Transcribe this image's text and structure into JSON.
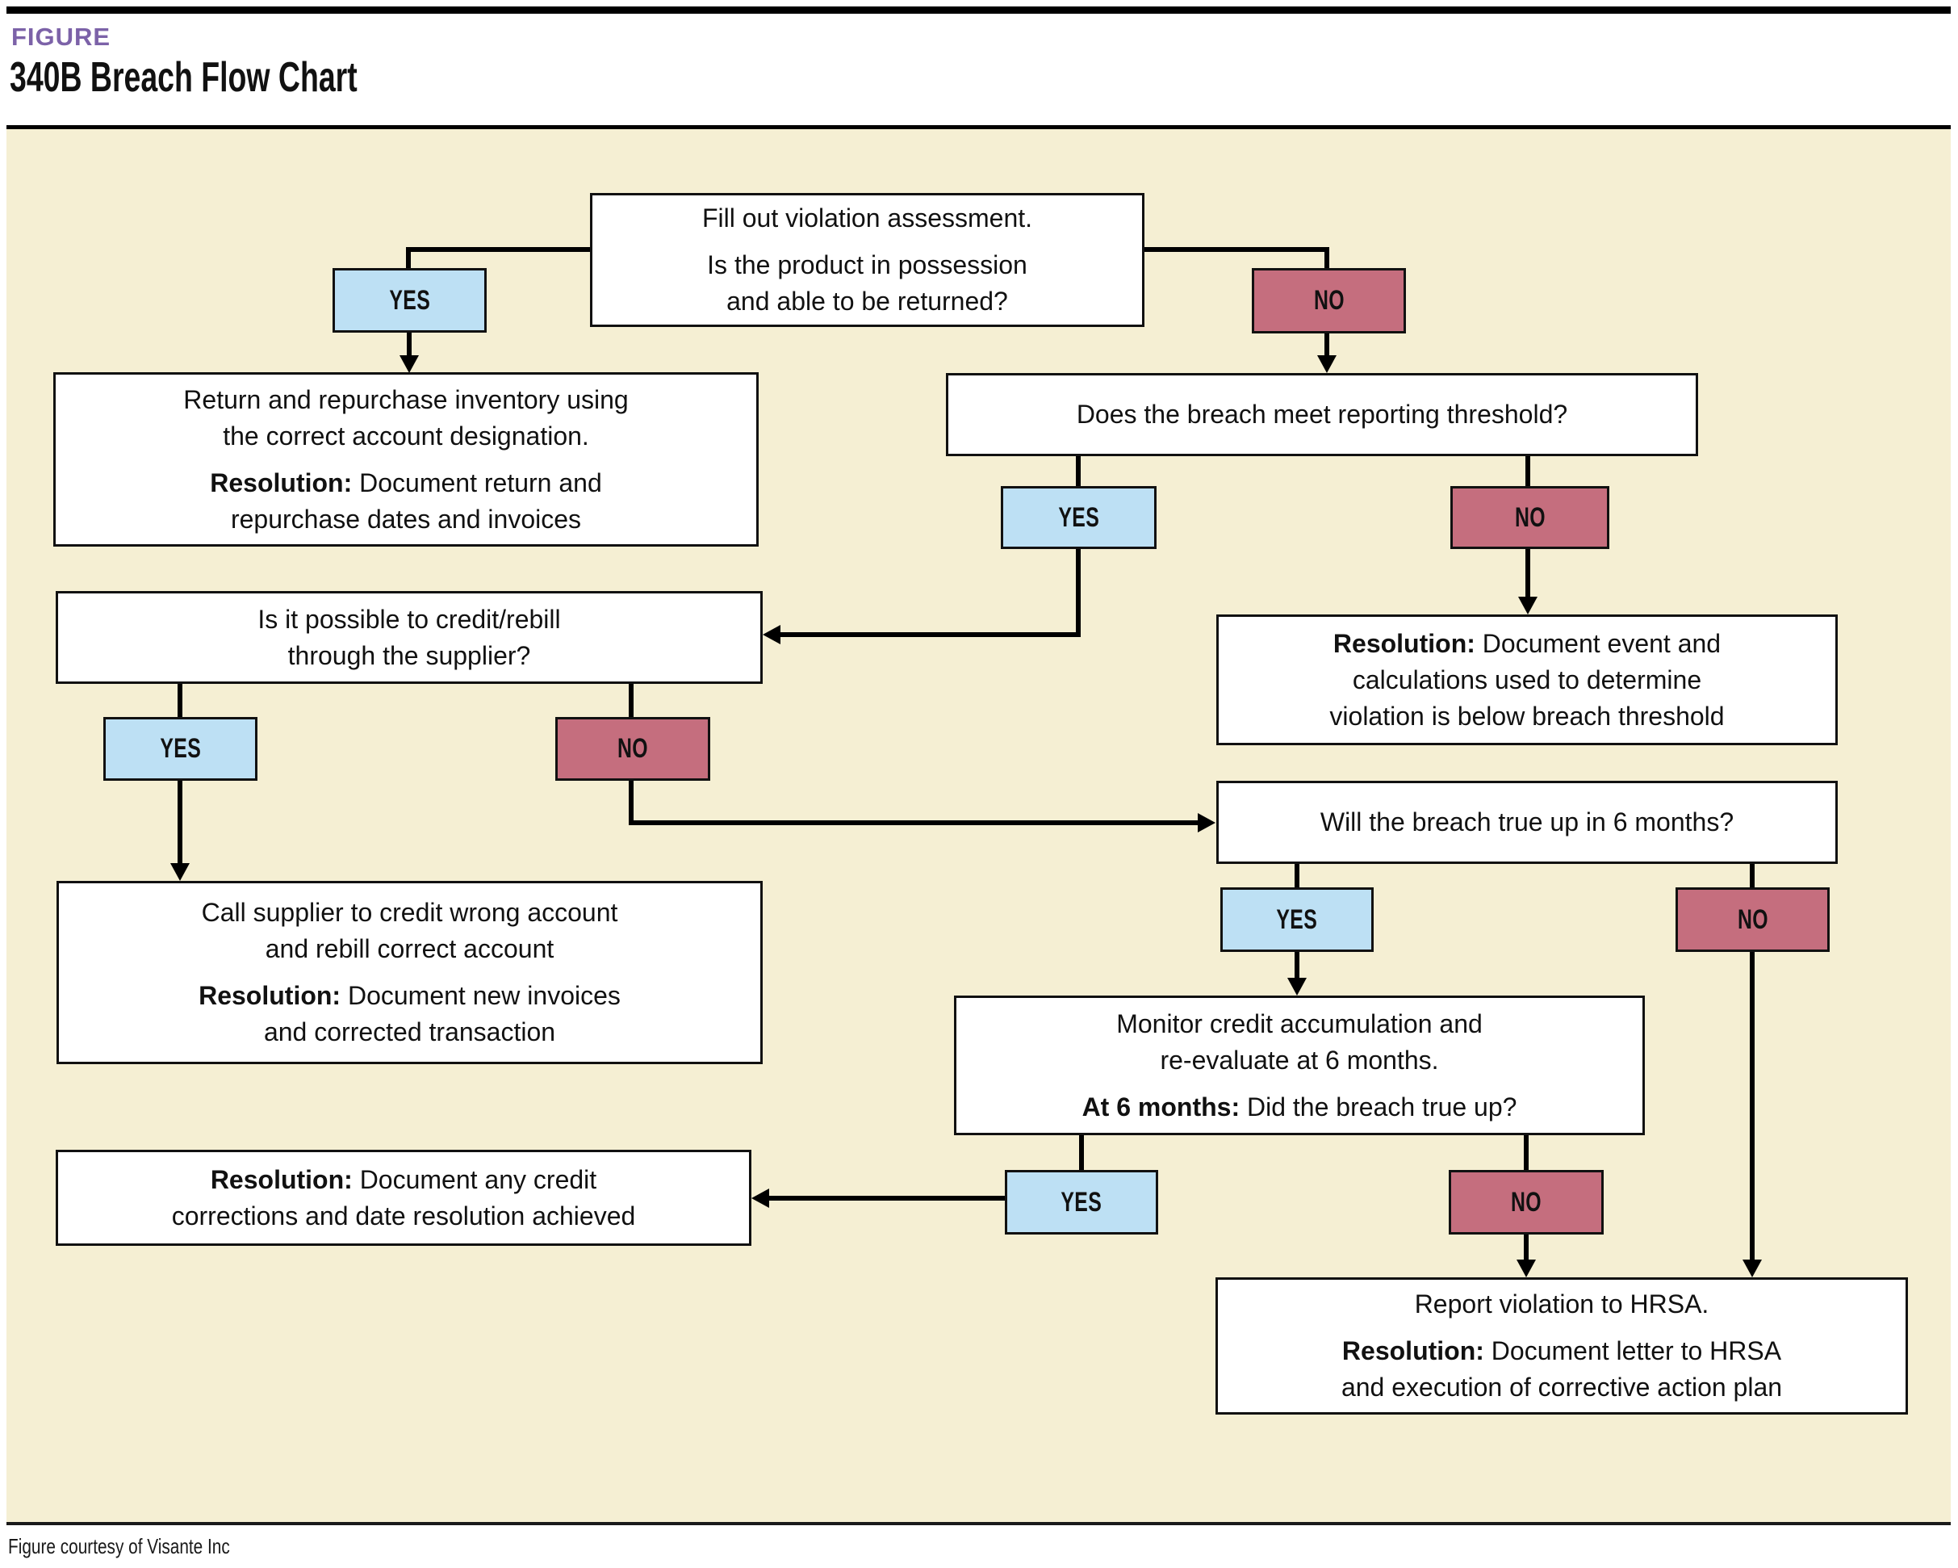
{
  "header": {
    "eyebrow": "FIGURE",
    "title": "340B Breach Flow Chart"
  },
  "caption": "Figure courtesy of Visante Inc",
  "labels": {
    "yes": "YES",
    "no": "NO"
  },
  "colors": {
    "panel_bg": "#F5EFD3",
    "yes_fill": "#BDE0F4",
    "no_fill": "#C56E7E",
    "eyebrow": "#7C62A8",
    "line": "#000000",
    "box_border": "#111111"
  },
  "nodes": {
    "assessment": {
      "l1": "Fill out violation assessment.",
      "l2": "Is the product in possession",
      "l3": "and able to be returned?"
    },
    "return_box": {
      "l1": "Return and repurchase inventory using",
      "l2": "the correct account designation.",
      "bold": "Resolution:",
      "l3": " Document return and",
      "l4": "repurchase dates and invoices"
    },
    "does_breach": {
      "l1": "Does the breach meet reporting threshold?"
    },
    "credit_rebill": {
      "l1": "Is it possible to credit/rebill",
      "l2": "through the supplier?"
    },
    "resolution_event": {
      "bold": "Resolution:",
      "l1": " Document event and",
      "l2": "calculations used to determine",
      "l3": "violation is below breach threshold"
    },
    "will_true_up": {
      "l1": "Will the breach true up in 6 months?"
    },
    "call_supplier": {
      "l1": "Call supplier to credit wrong account",
      "l2": "and rebill correct account",
      "bold": "Resolution:",
      "l3": " Document new invoices",
      "l4": "and corrected transaction"
    },
    "monitor": {
      "l1": "Monitor credit accumulation and",
      "l2": "re-evaluate at 6 months.",
      "bold": "At 6 months:",
      "l3": " Did the breach true up?"
    },
    "resolution_credit": {
      "bold": "Resolution:",
      "l1": " Document any credit",
      "l2": "corrections and date resolution achieved"
    },
    "report": {
      "l1": "Report violation to HRSA.",
      "bold": "Resolution:",
      "l2": " Document letter to HRSA",
      "l3": "and execution of corrective action plan"
    }
  }
}
